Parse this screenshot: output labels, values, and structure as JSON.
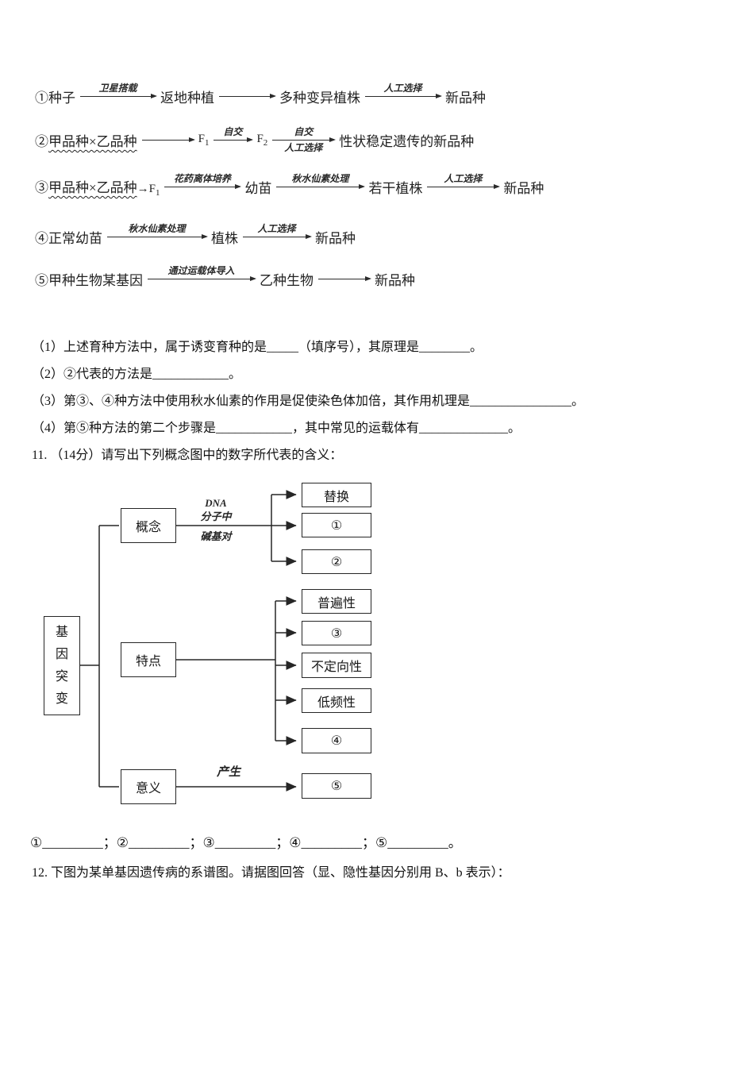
{
  "colors": {
    "text": "#1a1a1a",
    "line": "#2b2b2b",
    "background": "#ffffff"
  },
  "flows": {
    "f1": {
      "start": "①种子",
      "a1": "卫星搭载",
      "n2": "返地种植",
      "n3": "多种变异植株",
      "a3": "人工选择",
      "n4": "新品种"
    },
    "f2": {
      "num": "②",
      "cross": "甲品种×乙品种",
      "f1": "F",
      "f1sub": "1",
      "a2": "自交",
      "f2": "F",
      "f2sub": "2",
      "a3top": "自交",
      "a3bot": "人工选择",
      "end": "性状稳定遗传的新品种"
    },
    "f3": {
      "num": "③",
      "cross": "甲品种×乙品种",
      "tof": "→F",
      "tofsub": "1",
      "a1": "花药离体培养",
      "n2": "幼苗",
      "a2": "秋水仙素处理",
      "n3": "若干植株",
      "a3": "人工选择",
      "n4": "新品种"
    },
    "f4": {
      "start": "④正常幼苗",
      "a1": "秋水仙素处理",
      "n2": "植株",
      "a2": "人工选择",
      "n3": "新品种"
    },
    "f5": {
      "start": "⑤甲种生物某基因",
      "a1": "通过运载体导入",
      "n2": "乙种生物",
      "n3": "新品种"
    }
  },
  "questions": {
    "q1": "（1）上述育种方法中，属于诱变育种的是_____（填序号），其原理是________。",
    "q2": "（2）②代表的方法是____________。",
    "q3": "（3）第③、④种方法中使用秋水仙素的作用是促使染色体加倍，其作用机理是________________。",
    "q4": "（4）第⑤种方法的第二个步骤是____________，其中常见的运载体有______________。"
  },
  "q11_heading": "11. （14分）请写出下列概念图中的数字所代表的含义：",
  "diagram": {
    "root": "基因突变",
    "concept": "概念",
    "feature": "特点",
    "meaning": "意义",
    "dna_label_top": "DNA\n分子中",
    "dna_label_bottom": "碱基对",
    "produce_label": "产生",
    "box_substitution": "替换",
    "box_1": "①",
    "box_2": "②",
    "box_universality": "普遍性",
    "box_3": "③",
    "box_nondirectional": "不定向性",
    "box_lowfreq": "低频性",
    "box_4": "④",
    "box_5": "⑤"
  },
  "answers_line": "①_________；②_________；③_________；④_________；⑤_________。",
  "q12_heading": "12. 下图为某单基因遗传病的系谱图。请据图回答（显、隐性基因分别用 B、b 表示）："
}
